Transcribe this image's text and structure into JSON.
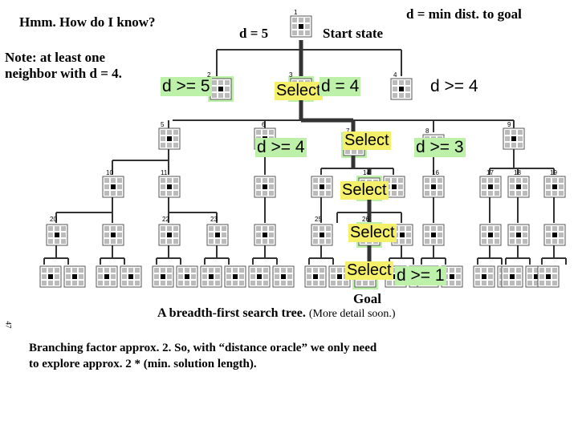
{
  "header": {
    "title": "Hmm. How do I know?",
    "top_right": "d = min dist. to goal",
    "d_start": "d = 5",
    "start_state": "Start state"
  },
  "note": {
    "line1": "Note: at least one",
    "line2": "neighbor with d = 4."
  },
  "labels": {
    "d_ge_5": "d >= 5",
    "select_1": "Select",
    "d_eq_4": "d = 4",
    "d_ge_4_right": "d >= 4",
    "d_ge_4_left": "d >= 4",
    "select_2": "Select",
    "d_ge_3": "d >= 3",
    "select_3": "Select",
    "select_4": "Select",
    "select_5": "Select",
    "d_ge_1": "d >= 1",
    "goal": "Goal"
  },
  "node_numbers": [
    "1",
    "2",
    "3",
    "4",
    "5",
    "6",
    "7",
    "8",
    "9",
    "10",
    "11",
    "14",
    "16",
    "17",
    "18",
    "19",
    "20",
    "22",
    "23",
    "25",
    "26"
  ],
  "caption": {
    "main": "A breadth-first search tree.",
    "detail": "(More detail soon.)"
  },
  "footer": {
    "line1": "Branching factor approx. 2.  So, with “distance oracle” we only need",
    "line2": "to explore approx. 2 * (min. solution length)."
  },
  "side_number": "47",
  "colors": {
    "highlight_green": "#bdf0a8",
    "highlight_yellow": "#f5f06a",
    "tree_edge": "#333333"
  }
}
